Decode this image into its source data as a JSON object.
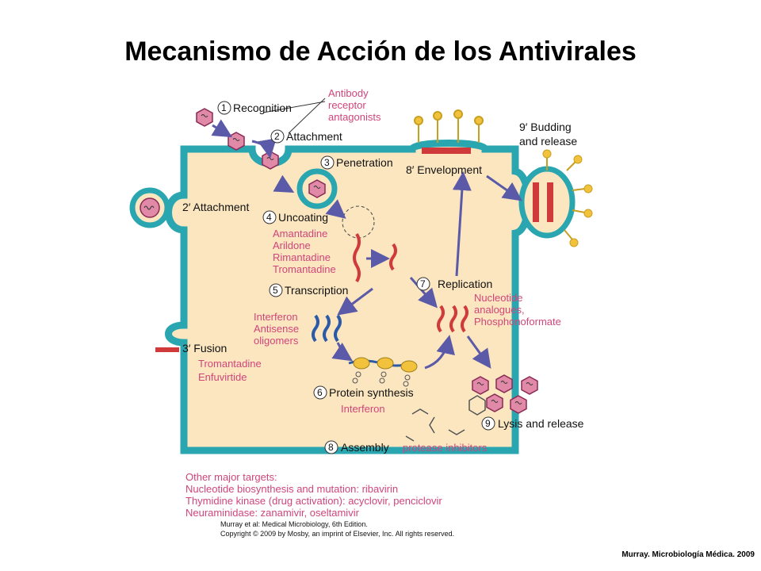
{
  "title": "Mecanismo de Acción de los Antivirales",
  "steps": {
    "s1": {
      "num": "1",
      "label": "Recognition"
    },
    "s2": {
      "num": "2",
      "label": "Attachment"
    },
    "s3": {
      "num": "3",
      "label": "Penetration"
    },
    "s4": {
      "num": "4",
      "label": "Uncoating"
    },
    "s5": {
      "num": "5",
      "label": "Transcription"
    },
    "s6": {
      "num": "6",
      "label": "Protein synthesis"
    },
    "s7": {
      "num": "7",
      "label": "Replication"
    },
    "s8": {
      "num": "8",
      "label": "Assembly"
    },
    "s9": {
      "num": "9",
      "label": "Lysis and release"
    },
    "s2p": {
      "label": "2′ Attachment"
    },
    "s3p": {
      "label": "3′ Fusion"
    },
    "s8p": {
      "label": "8′ Envelopment"
    },
    "s9p": {
      "label1": "9′ Budding",
      "label2": "and release"
    }
  },
  "drugs": {
    "antibody": [
      "Antibody",
      "receptor",
      "antagonists"
    ],
    "uncoating": [
      "Amantadine",
      "Arildone",
      "Rimantadine",
      "Tromantadine"
    ],
    "interferon": [
      "Interferon",
      "Antisense",
      "oligomers"
    ],
    "fusion": [
      "Tromantadine",
      "Enfuvirtide"
    ],
    "replication": [
      "Nucleotide",
      "analogues,",
      "Phosphonoformate"
    ],
    "protein": "Interferon",
    "assembly": "protease inhibitors"
  },
  "other_targets": [
    "Other major targets:",
    "Nucleotide biosynthesis and mutation: ribavirin",
    "Thymidine kinase (drug activation): acyclovir, penciclovir",
    "Neuraminidase: zanamivir, oseltamivir"
  ],
  "source": [
    "Murray et al: Medical Microbiology, 6th Edition.",
    "Copyright © 2009 by Mosby, an imprint of Elsevier, Inc. All rights reserved."
  ],
  "credit": "Murray. Microbiología Médica. 2009",
  "colors": {
    "cell_fill": "#fbe6c0",
    "membrane": "#2aa6b0",
    "arrow": "#5a5aa8",
    "drug_text": "#d0457a",
    "virus": "#e08aa8"
  }
}
